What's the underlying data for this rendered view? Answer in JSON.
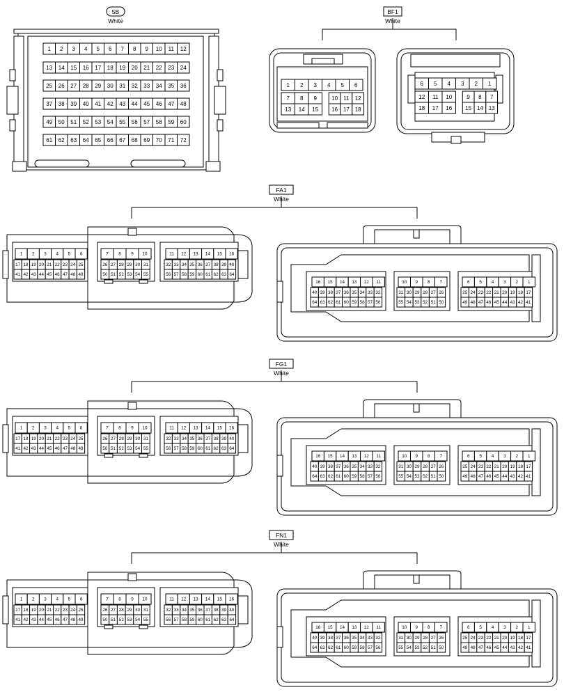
{
  "connectors": {
    "c5b": {
      "code": "5B",
      "color": "White"
    },
    "bf1": {
      "code": "BF1",
      "color": "White"
    },
    "fa1": {
      "code": "FA1",
      "color": "White"
    },
    "fg1": {
      "code": "FG1",
      "color": "White"
    },
    "fn1": {
      "code": "FN1",
      "color": "White"
    }
  },
  "pins_5b": [
    [
      "1",
      "2",
      "3",
      "4",
      "5",
      "6",
      "7",
      "8",
      "9",
      "10",
      "11",
      "12"
    ],
    [
      "13",
      "14",
      "15",
      "16",
      "17",
      "18",
      "19",
      "20",
      "21",
      "22",
      "23",
      "24"
    ],
    [
      "25",
      "26",
      "27",
      "28",
      "29",
      "30",
      "31",
      "32",
      "33",
      "34",
      "35",
      "36"
    ],
    [
      "37",
      "38",
      "39",
      "40",
      "41",
      "42",
      "43",
      "44",
      "45",
      "46",
      "47",
      "48"
    ],
    [
      "49",
      "50",
      "51",
      "52",
      "53",
      "54",
      "55",
      "56",
      "57",
      "58",
      "59",
      "60"
    ],
    [
      "61",
      "62",
      "63",
      "64",
      "65",
      "66",
      "67",
      "68",
      "69",
      "70",
      "71",
      "72"
    ]
  ],
  "bf1_left": {
    "top": [
      "1",
      "2",
      "3",
      "4",
      "5",
      "6"
    ],
    "mid_left": [
      "7",
      "8",
      "9"
    ],
    "mid_right": [
      "10",
      "11",
      "12"
    ],
    "bot_left": [
      "13",
      "14",
      "15"
    ],
    "bot_right": [
      "16",
      "17",
      "18"
    ]
  },
  "bf1_right": {
    "top": [
      "6",
      "5",
      "4",
      "3",
      "2",
      "1"
    ],
    "mid_left": [
      "12",
      "11",
      "10"
    ],
    "mid_right": [
      "9",
      "8",
      "7"
    ],
    "bot_left": [
      "18",
      "17",
      "16"
    ],
    "bot_right": [
      "15",
      "14",
      "13"
    ]
  },
  "f_left": {
    "g1_top": [
      "1",
      "2",
      "3",
      "4",
      "5",
      "6"
    ],
    "g1_r2": [
      "17",
      "18",
      "19",
      "20",
      "21",
      "22",
      "23",
      "24",
      "25"
    ],
    "g1_r3": [
      "41",
      "42",
      "43",
      "44",
      "45",
      "46",
      "47",
      "48",
      "49"
    ],
    "g2_top": [
      "7",
      "8",
      "9",
      "10"
    ],
    "g2_r2": [
      "26",
      "27",
      "28",
      "29",
      "30",
      "31"
    ],
    "g2_r3": [
      "50",
      "51",
      "52",
      "53",
      "54",
      "55"
    ],
    "g3_top": [
      "11",
      "12",
      "13",
      "14",
      "15",
      "16"
    ],
    "g3_r2": [
      "32",
      "33",
      "34",
      "35",
      "36",
      "37",
      "38",
      "39",
      "40"
    ],
    "g3_r3": [
      "56",
      "57",
      "58",
      "59",
      "60",
      "61",
      "62",
      "63",
      "64"
    ]
  },
  "f_right": {
    "g1_top": [
      "16",
      "15",
      "14",
      "13",
      "12",
      "11"
    ],
    "g1_r2": [
      "40",
      "39",
      "38",
      "37",
      "36",
      "35",
      "34",
      "33",
      "32"
    ],
    "g1_r3": [
      "64",
      "63",
      "62",
      "61",
      "60",
      "59",
      "58",
      "57",
      "56"
    ],
    "g2_top": [
      "10",
      "9",
      "8",
      "7"
    ],
    "g2_r2": [
      "31",
      "30",
      "29",
      "28",
      "27",
      "26"
    ],
    "g2_r3": [
      "55",
      "54",
      "53",
      "52",
      "51",
      "50"
    ],
    "g3_top": [
      "6",
      "5",
      "4",
      "3",
      "2",
      "1"
    ],
    "g3_r2": [
      "25",
      "24",
      "23",
      "22",
      "21",
      "20",
      "19",
      "18",
      "17"
    ],
    "g3_r3": [
      "49",
      "48",
      "47",
      "46",
      "45",
      "44",
      "43",
      "42",
      "41"
    ]
  }
}
